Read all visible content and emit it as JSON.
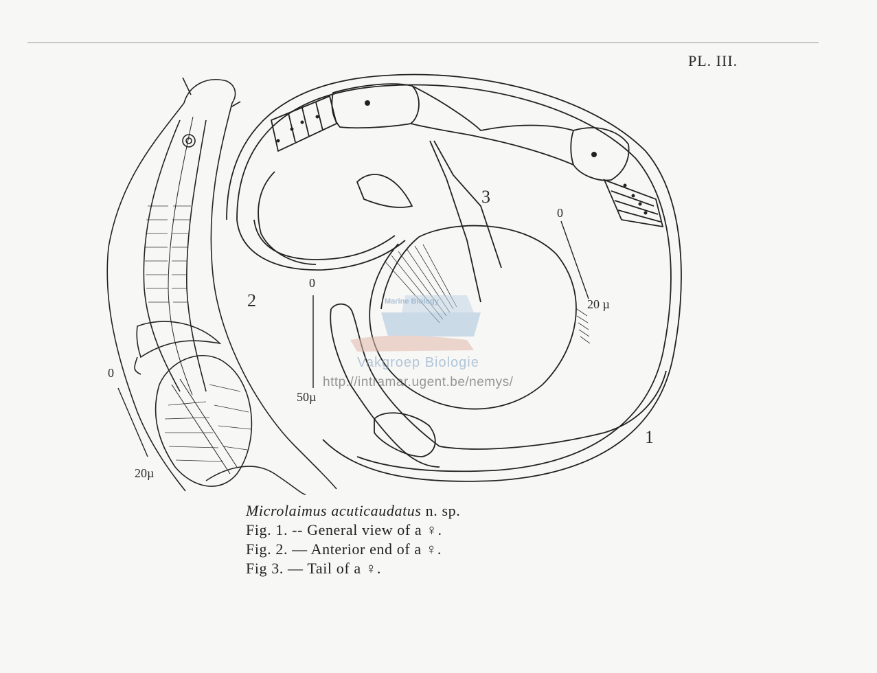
{
  "plate": {
    "label": "PL. III."
  },
  "figures": {
    "fig1_number": "1",
    "fig2_number": "2",
    "fig3_number": "3"
  },
  "scales": {
    "fig2_zero": "0",
    "fig2_value": "20µ",
    "fig1_zero": "0",
    "fig1_value": "50µ",
    "fig3_zero": "0",
    "fig3_value": "20 µ"
  },
  "watermark": {
    "brand": "Marine Biology",
    "org": "Vakgroep Biologie",
    "url": "http://intramar.ugent.be/nemys/"
  },
  "caption": {
    "species_name": "Microlaimus acuticaudatus",
    "species_suffix": " n. sp.",
    "line1": "Fig. 1. -- General view of a ♀.",
    "line2": "Fig. 2. — Anterior end of a ♀.",
    "line3": "Fig 3. — Tail of a ♀."
  }
}
